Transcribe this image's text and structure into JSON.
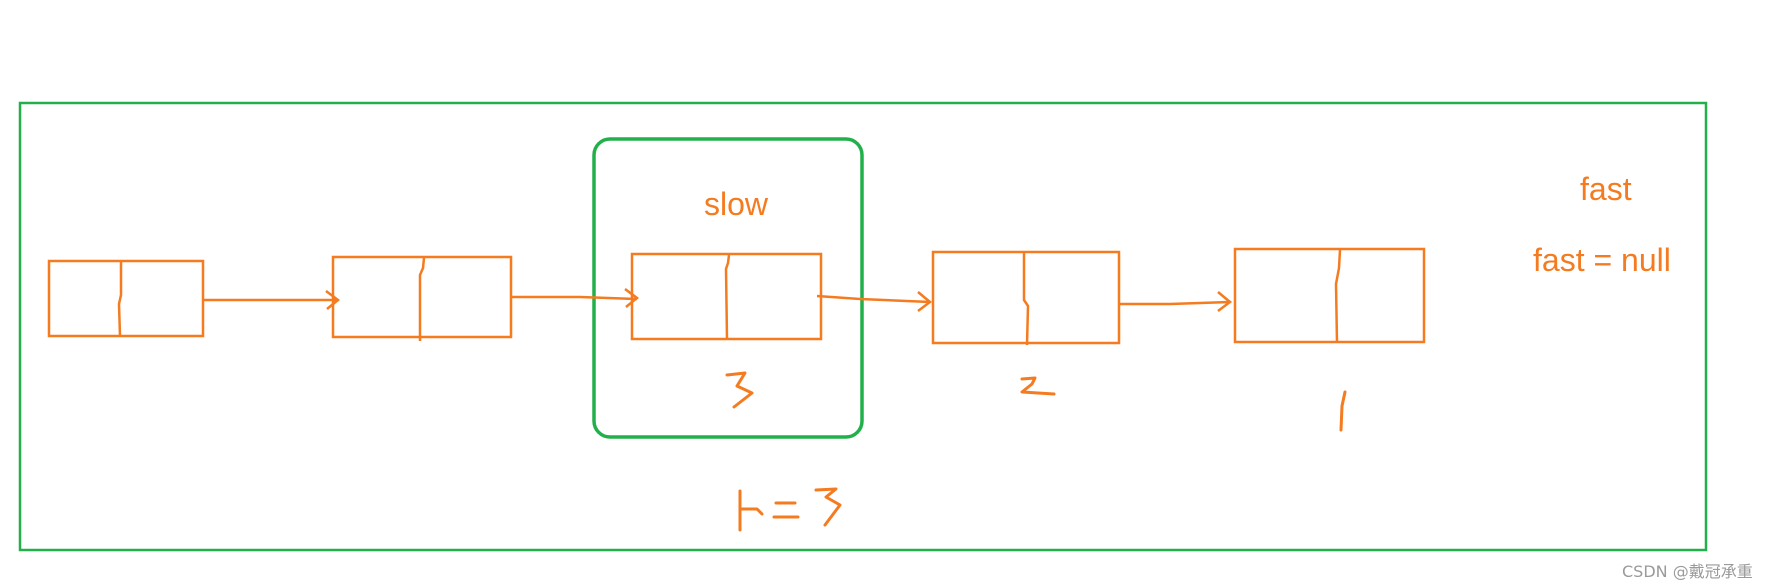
{
  "diagram": {
    "pointer_labels": {
      "slow": "slow",
      "fast": "fast",
      "fast_condition": "fast = null"
    },
    "node_count": 5,
    "arrow_count": 4,
    "handwritten_index_labels": [
      "3",
      "2",
      "1"
    ],
    "handwritten_equation": "k=3",
    "highlighted_node_index": 2,
    "colors": {
      "outer_frame": "#22b04b",
      "highlight_box": "#22b04b",
      "nodes": "#f47b20",
      "arrows": "#f47b20",
      "annotations": "#f47b20"
    }
  },
  "watermark": "CSDN @戴冠承重"
}
